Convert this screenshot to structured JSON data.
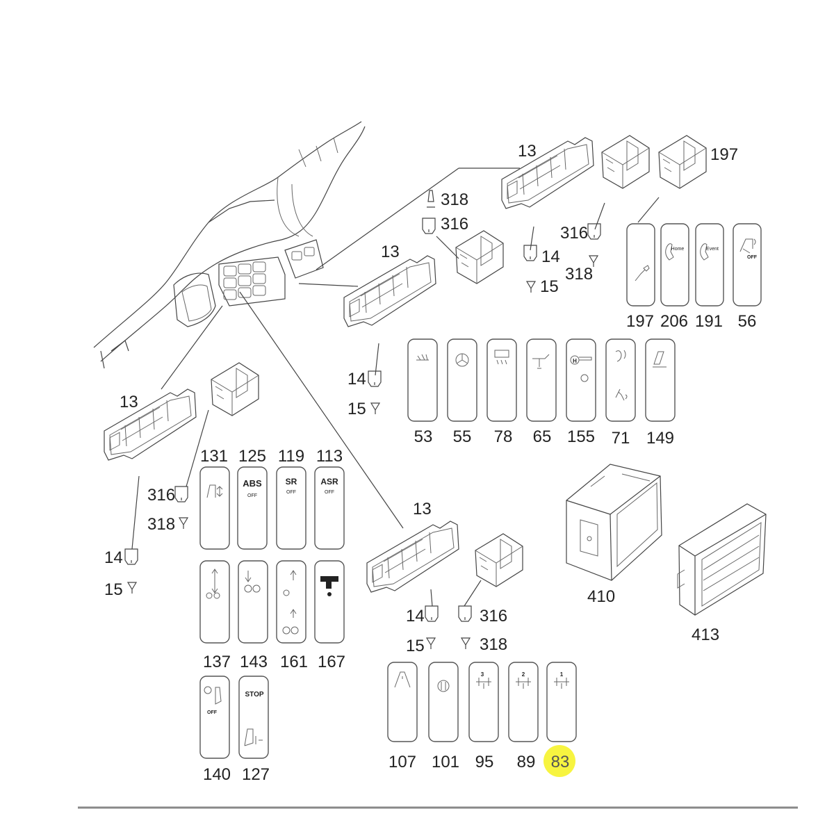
{
  "labels": {
    "l13_a": "13",
    "l197_top": "197",
    "l318_a": "318",
    "l316_a": "316",
    "l316_b": "316",
    "l318_b": "318",
    "l14_a": "14",
    "l15_a": "15",
    "l13_b": "13",
    "l14_b": "14",
    "l15_b": "15",
    "l13_c": "13",
    "l316_c": "316",
    "l318_c": "318",
    "l14_c": "14",
    "l15_c": "15",
    "l13_d": "13",
    "l14_d": "14",
    "l15_d": "15",
    "l316_d": "316",
    "l318_d": "318",
    "l410": "410",
    "l413": "413"
  },
  "row1": [
    "197",
    "206",
    "191",
    "56"
  ],
  "row2": [
    "53",
    "55",
    "78",
    "65",
    "155",
    "71",
    "149"
  ],
  "row3_top": [
    "131",
    "125",
    "119",
    "113"
  ],
  "row4": [
    "137",
    "143",
    "161",
    "167"
  ],
  "row5": [
    "140",
    "127"
  ],
  "row6": [
    "107",
    "101",
    "95",
    "89",
    "83"
  ],
  "icons": {
    "abs": "ABS",
    "sr": "SR",
    "asr": "ASR",
    "off": "OFF",
    "home": "Home",
    "event": "Event",
    "stop": "STOP",
    "h": "H",
    "g3": "3",
    "g2": "2",
    "g1": "1"
  },
  "highlight": {
    "part": "83",
    "color": "#f4f000"
  }
}
